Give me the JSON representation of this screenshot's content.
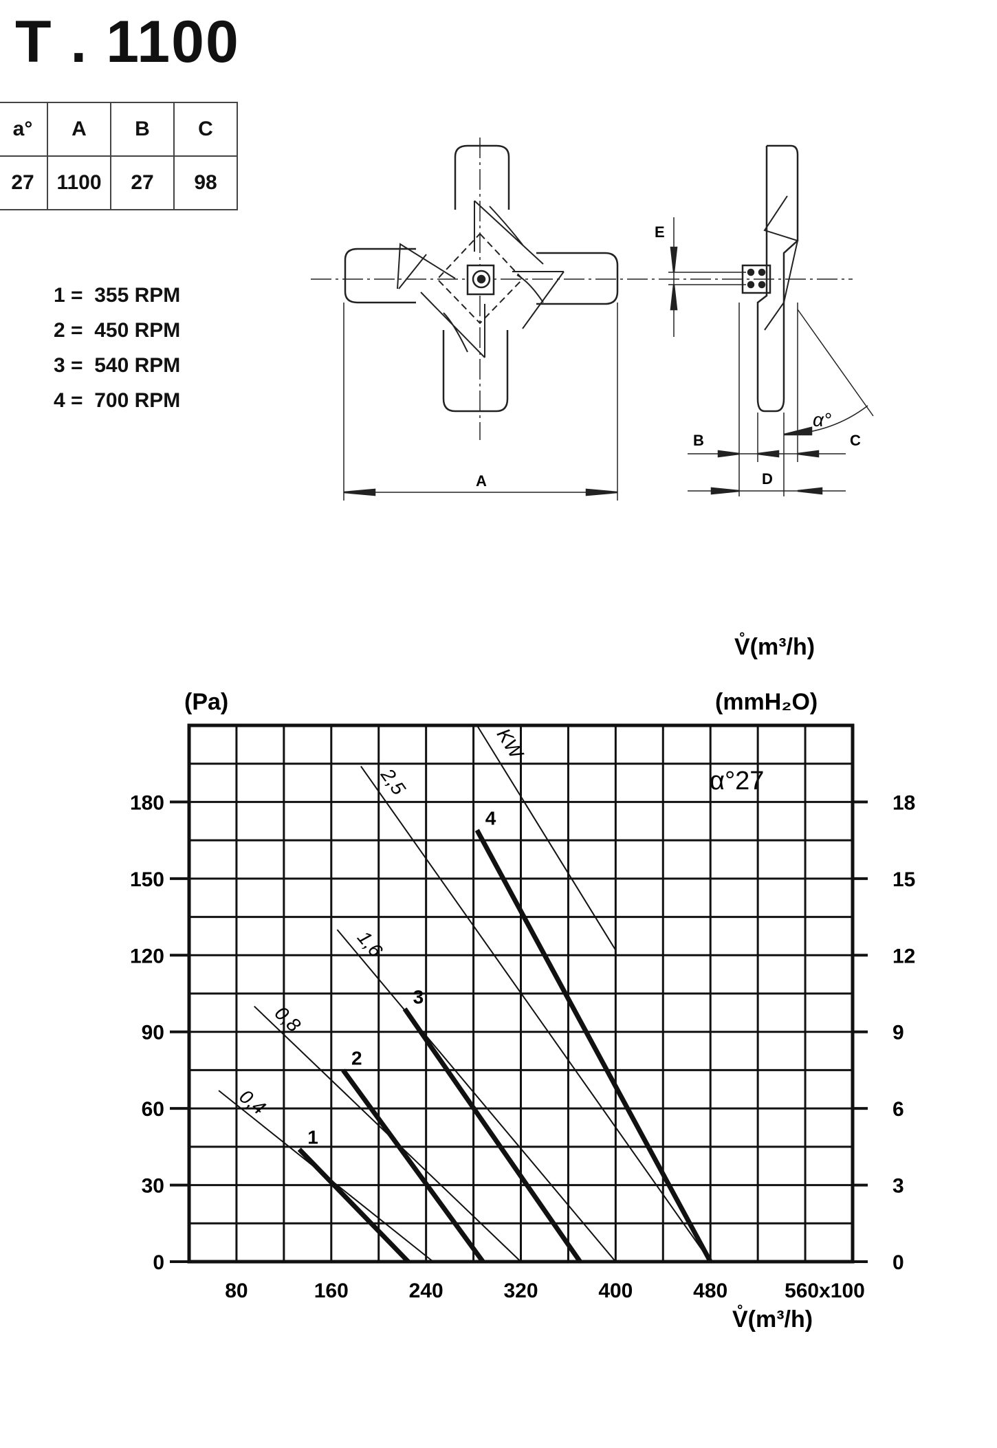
{
  "title": "T . 1100",
  "spec_table": {
    "headers": [
      "a°",
      "A",
      "B",
      "C"
    ],
    "values": [
      "27",
      "1100",
      "27",
      "98"
    ]
  },
  "rpm_legend": [
    {
      "key": "1 =",
      "value": "355 RPM"
    },
    {
      "key": "2 =",
      "value": "450 RPM"
    },
    {
      "key": "3 =",
      "value": "540 RPM"
    },
    {
      "key": "4 =",
      "value": "700 RPM"
    }
  ],
  "drawing_labels": {
    "A": "A",
    "B": "B",
    "C": "C",
    "D": "D",
    "E": "E",
    "alpha": "α°"
  },
  "chart_data": {
    "type": "line",
    "top_axis_label": "V̊(m³/h)",
    "xlabel": "V̊(m³/h)",
    "ylabel_left": "(Pa)",
    "ylabel_right": "(mmH₂O)",
    "annotation": "α°27",
    "x_range": [
      40,
      600
    ],
    "y_range": [
      0,
      210
    ],
    "y_right_scale": 10,
    "x_ticks": [
      "80",
      "160",
      "240",
      "320",
      "400",
      "480",
      "560x100"
    ],
    "x_tick_values": [
      80,
      160,
      240,
      320,
      400,
      480,
      560
    ],
    "y_ticks_left": [
      0,
      30,
      60,
      90,
      120,
      150,
      180
    ],
    "y_ticks_right": [
      0,
      3,
      6,
      9,
      12,
      15,
      18
    ],
    "grid": true,
    "series": [
      {
        "name": "1",
        "points": [
          [
            133,
            44
          ],
          [
            225,
            0
          ]
        ]
      },
      {
        "name": "2",
        "points": [
          [
            170,
            75
          ],
          [
            288,
            0
          ]
        ]
      },
      {
        "name": "3",
        "points": [
          [
            222,
            99
          ],
          [
            370,
            0
          ]
        ]
      },
      {
        "name": "4",
        "points": [
          [
            283,
            169
          ],
          [
            480,
            0
          ]
        ]
      }
    ],
    "power_lines": [
      {
        "name": "0,4",
        "points": [
          [
            65,
            67
          ],
          [
            246,
            0
          ]
        ]
      },
      {
        "name": "0,8",
        "points": [
          [
            95,
            100
          ],
          [
            320,
            0
          ]
        ]
      },
      {
        "name": "1,6",
        "points": [
          [
            165,
            130
          ],
          [
            400,
            0
          ]
        ]
      },
      {
        "name": "2,5",
        "points": [
          [
            185,
            194
          ],
          [
            480,
            0
          ]
        ]
      },
      {
        "name": "KW",
        "points": [
          [
            283,
            210
          ],
          [
            400,
            122
          ]
        ]
      }
    ]
  }
}
